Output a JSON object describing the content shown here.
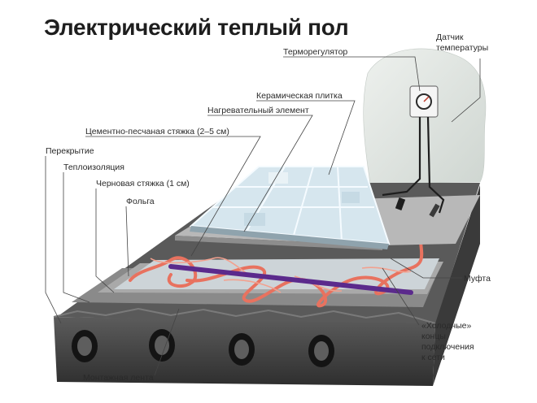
{
  "title": "Электрический теплый пол",
  "labels": {
    "sensor_line1": "Датчик",
    "sensor_line2": "температуры",
    "thermostat": "Терморегулятор",
    "ceramic_tile": "Керамическая плитка",
    "heating_element": "Нагревательный элемент",
    "screed": "Цементно-песчаная стяжка (2–5 см)",
    "slab": "Перекрытие",
    "insulation": "Теплоизоляция",
    "rough_screed": "Черновая стяжка (1 см)",
    "foil": "Фольга",
    "coupling": "Муфта",
    "cold_ends_line1": "«Холодные»",
    "cold_ends_line2": "концы",
    "cold_ends_line3": "подключения",
    "cold_ends_line4": "к сети",
    "mounting_tape": "Монтажная лента"
  },
  "colors": {
    "heating_cable": "#e8725f",
    "mounting_tape": "#5b2a8c",
    "tile": "#d6e6ee",
    "slab": "#4a4a4a",
    "wall": "#e4e8e4"
  }
}
